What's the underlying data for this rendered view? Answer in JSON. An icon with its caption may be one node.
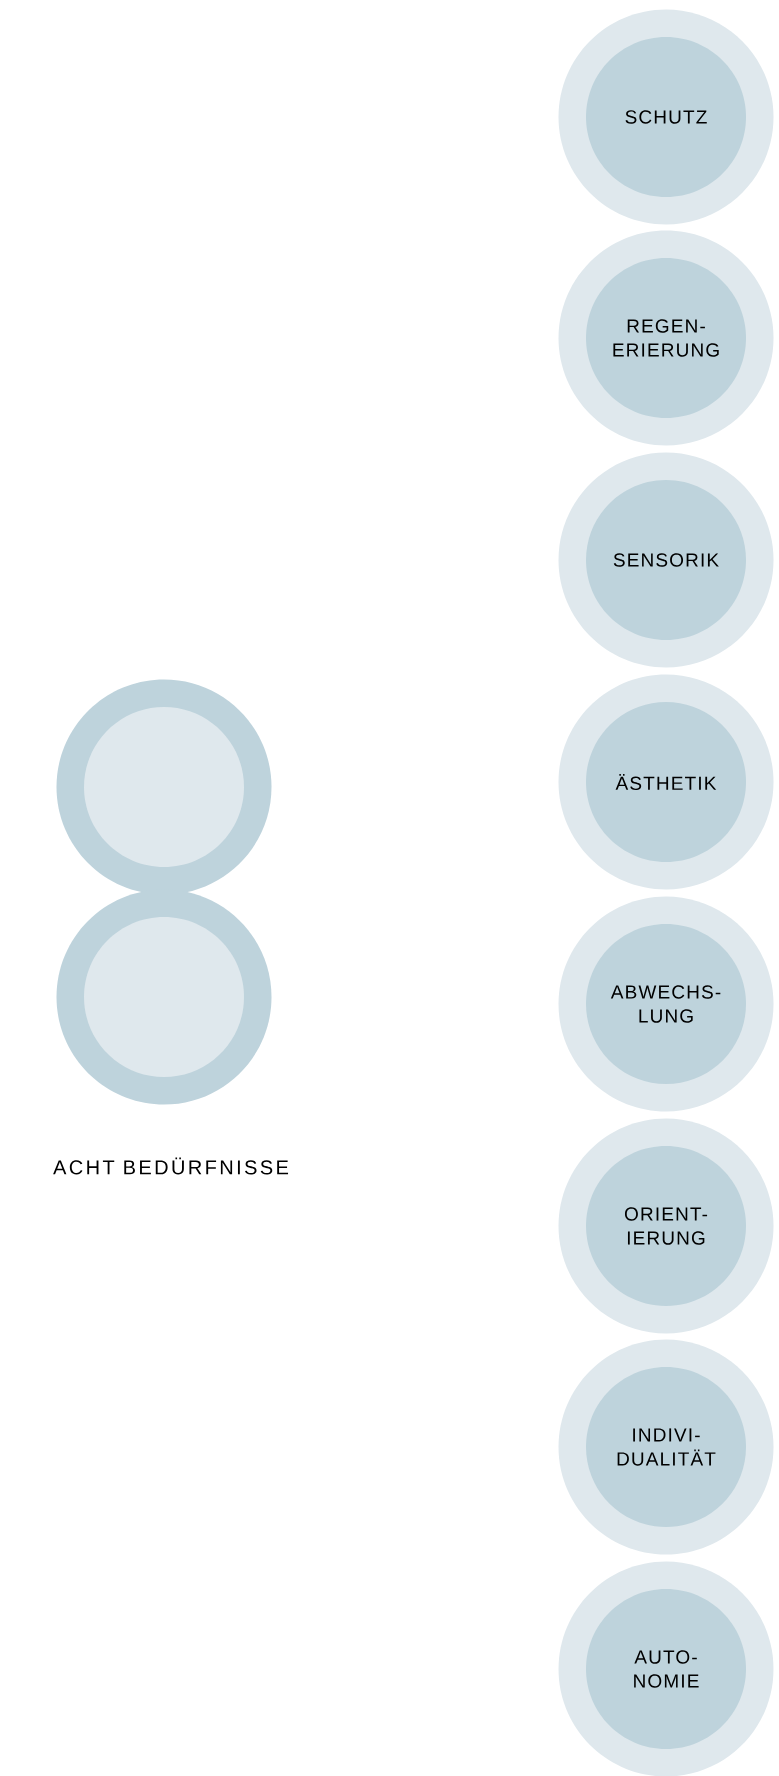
{
  "diagram": {
    "nodes": [
      {
        "text": [
          "SCHUTZ"
        ]
      },
      {
        "text": [
          "REGEN- ERIERUNG"
        ]
      },
      {
        "text": [
          "SENSORIK"
        ]
      },
      {
        "text": [
          "ÄSTHETIK"
        ]
      },
      {
        "text": [
          "ABWECHS- LUNG"
        ]
      },
      {
        "text": [
          "ORIENT- IERUNG"
        ]
      },
      {
        "text": [
          "INDIVI- DUALITÄT"
        ]
      },
      {
        "text": [
          "AUTO- NOMIE"
        ]
      },
      {
        "text": [],
        "shape": "circle"
      },
      {
        "text": [],
        "shape": "circle"
      }
    ],
    "labels": [
      "ACHT BEDÜRFNISSE"
    ]
  }
}
